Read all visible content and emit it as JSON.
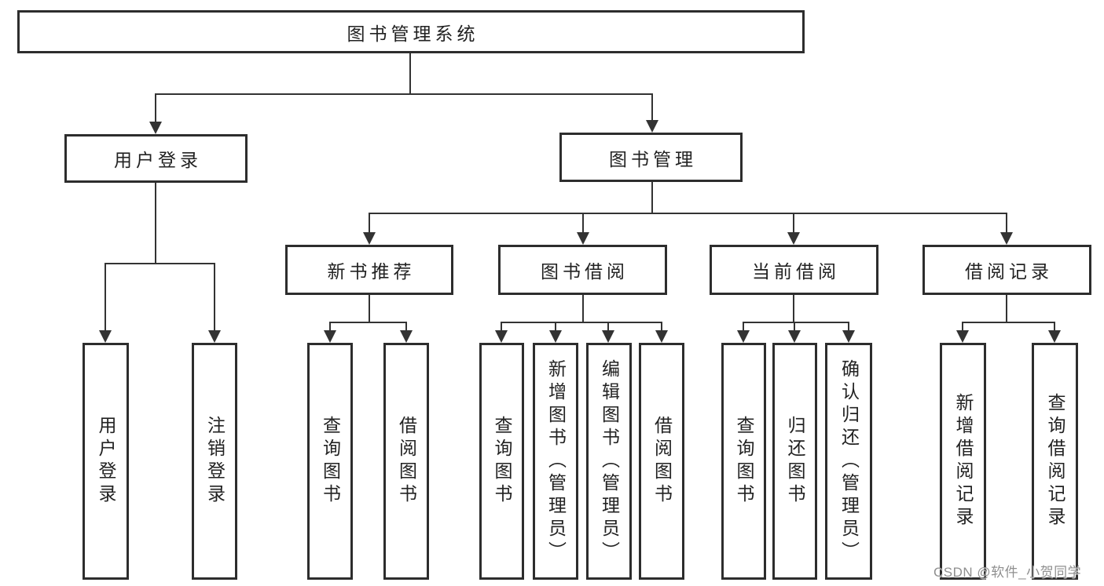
{
  "diagram": {
    "root": {
      "label": "图书管理系统"
    },
    "branches": [
      {
        "label": "用户登录",
        "children": [
          {
            "label": "用户登录"
          },
          {
            "label": "注销登录"
          }
        ]
      },
      {
        "label": "图书管理",
        "children": [
          {
            "label": "新书推荐",
            "children": [
              {
                "label": "查询图书"
              },
              {
                "label": "借阅图书"
              }
            ]
          },
          {
            "label": "图书借阅",
            "children": [
              {
                "label": "查询图书"
              },
              {
                "label": "新增图书（管理员）"
              },
              {
                "label": "编辑图书（管理员）"
              },
              {
                "label": "借阅图书"
              }
            ]
          },
          {
            "label": "当前借阅",
            "children": [
              {
                "label": "查询图书"
              },
              {
                "label": "归还图书"
              },
              {
                "label": "确认归还（管理员）"
              }
            ]
          },
          {
            "label": "借阅记录",
            "children": [
              {
                "label": "新增借阅记录"
              },
              {
                "label": "查询借阅记录"
              }
            ]
          }
        ]
      }
    ]
  },
  "watermark": {
    "text": "CSDN @软件_小贺同学"
  },
  "colors": {
    "background": "#ffffff",
    "box_border": "#2d2d2d",
    "box_fill": "#ffffff",
    "line": "#333333",
    "label_text": "#222222",
    "watermark_text": "#8f8f8f"
  }
}
